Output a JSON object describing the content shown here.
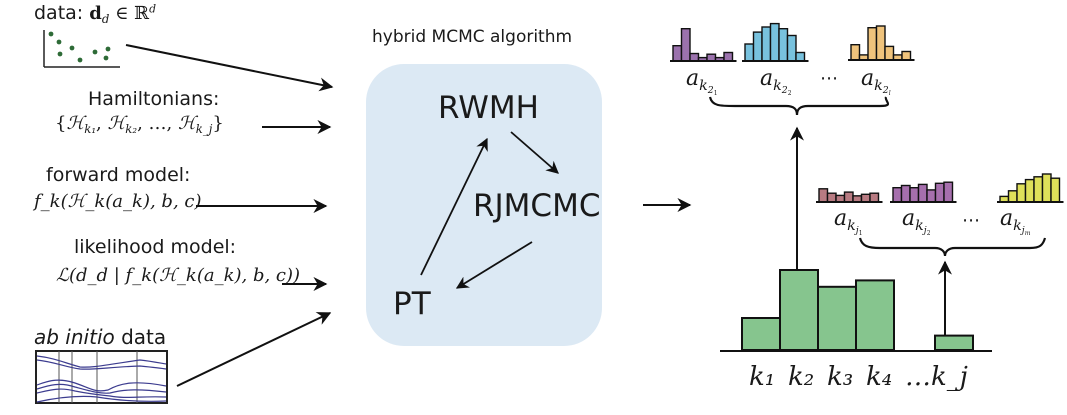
{
  "inputs": {
    "data_label": "data:",
    "data_math": {
      "symbol": "d",
      "sub": "d",
      "rel": "∈",
      "space": "ℝ",
      "sup": "d"
    },
    "hamiltonians_label": "Hamiltonians:",
    "hamiltonians_math": {
      "open": "{",
      "H": "ℋ",
      "subs": [
        "k₁",
        "k₂",
        "k_j"
      ],
      "ellipsis": "…",
      "close": "}"
    },
    "forward_label": "forward model:",
    "forward_math": "f_k(ℋ_k(a_k), b, c)",
    "likelihood_label": "likelihood model:",
    "likelihood_math": "ℒ(d_d | f_k(ℋ_k(a_k), b, c))",
    "abinitio_label_italic": "ab initio",
    "abinitio_label_rest": " data"
  },
  "algorithm": {
    "title": "hybrid MCMC algorithm",
    "nodes": [
      "RWMH",
      "RJMCMC",
      "PT"
    ],
    "box_color": "#dce9f4"
  },
  "model_histogram": {
    "categories": [
      "k₁",
      "k₂",
      "k₃",
      "k₄",
      "…k_j"
    ],
    "relative_heights": [
      0.4,
      1.0,
      0.79,
      0.87,
      0.18
    ],
    "color": "#86c58e",
    "ellipsis": "⋯"
  },
  "posterior_groups": [
    {
      "id": "k2",
      "ellipsis": "⋯",
      "items": [
        {
          "label": "a",
          "sub": "k",
          "subsub": "2",
          "subsubsub": "1",
          "color": "#9b72ad",
          "bars": [
            0.45,
            0.95,
            0.22,
            0.1,
            0.2,
            0.1,
            0.25
          ]
        },
        {
          "label": "a",
          "sub": "k",
          "subsub": "2",
          "subsubsub": "2",
          "color": "#78c2de",
          "bars": [
            0.5,
            0.85,
            1.0,
            1.1,
            0.95,
            0.75,
            0.25
          ]
        },
        {
          "label": "a",
          "sub": "k",
          "subsub": "2",
          "subsubsub": "l",
          "color": "#efc37c",
          "bars": [
            0.45,
            0.15,
            0.95,
            1.0,
            0.4,
            0.15,
            0.25
          ]
        }
      ]
    },
    {
      "id": "kj",
      "ellipsis": "⋯",
      "items": [
        {
          "label": "a",
          "sub": "k",
          "subsub": "j",
          "subsubsub": "1",
          "color": "#b87b82",
          "bars": [
            0.6,
            0.4,
            0.3,
            0.45,
            0.28,
            0.35,
            0.4
          ]
        },
        {
          "label": "a",
          "sub": "k",
          "subsub": "j",
          "subsubsub": "2",
          "color": "#a66fad",
          "bars": [
            0.65,
            0.75,
            0.65,
            0.8,
            0.55,
            0.85,
            0.9
          ]
        },
        {
          "label": "a",
          "sub": "k",
          "subsub": "j",
          "subsubsub": "m",
          "color": "#dfe05a",
          "bars": [
            0.2,
            0.4,
            0.65,
            0.8,
            0.9,
            1.0,
            0.85
          ]
        }
      ]
    }
  ],
  "scatter_points_color": "#2e6b37",
  "abinitio_line_color": "#3c3c8f"
}
